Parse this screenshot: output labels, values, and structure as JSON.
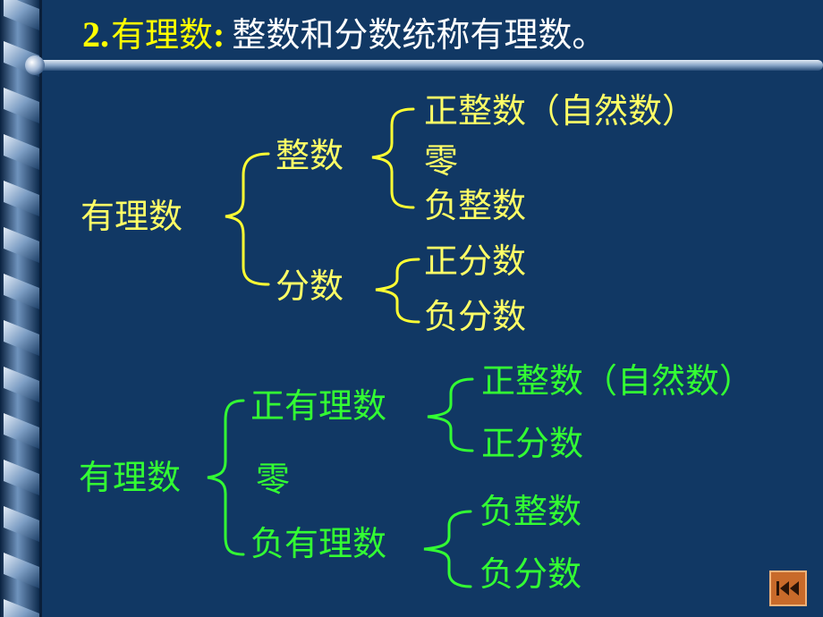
{
  "title": {
    "number": "2.",
    "term": "有理数",
    "colon": ":",
    "description": "整数和分数统称有理数。"
  },
  "classification_by_type": {
    "root": "有理数",
    "integer": "整数",
    "positive_integer": "正整数（自然数）",
    "zero": "零",
    "negative_integer": "负整数",
    "fraction": "分数",
    "positive_fraction": "正分数",
    "negative_fraction": "负分数"
  },
  "classification_by_sign": {
    "root": "有理数",
    "positive_rational": "正有理数",
    "positive_integer": "正整数（自然数）",
    "positive_fraction": "正分数",
    "zero": "零",
    "negative_rational": "负有理数",
    "negative_integer": "负整数",
    "negative_fraction": "负分数"
  },
  "colors": {
    "background": "#113864",
    "title_accent": "#ffff00",
    "yellow_text": "#ffff66",
    "green_text": "#33ff33"
  },
  "icons": {
    "back_button": "rewind-to-start-icon"
  }
}
